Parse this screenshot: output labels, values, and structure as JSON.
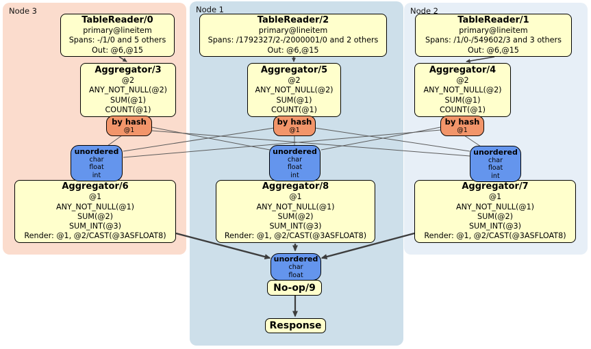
{
  "regions": {
    "node3": {
      "label": "Node 3",
      "bg": "#fbdccd"
    },
    "node1": {
      "label": "Node 1",
      "bg": "#cddfea"
    },
    "node2": {
      "label": "Node 2",
      "bg": "#e7eff7"
    }
  },
  "colors": {
    "processor_fill": "#ffffcc",
    "router_fill": "#f2956a",
    "sync_fill": "#6495ed",
    "stream_edge": "#5a5a5a",
    "arrow_edge": "#3d3d3d"
  },
  "processors": {
    "tr0": {
      "title": "TableReader/0",
      "lines": [
        "primary@lineitem",
        "Spans: -/1/0 and 5 others",
        "Out: @6,@15"
      ]
    },
    "tr2": {
      "title": "TableReader/2",
      "lines": [
        "primary@lineitem",
        "Spans: /1792327/2-/2000001/0 and 2 others",
        "Out: @6,@15"
      ]
    },
    "tr1": {
      "title": "TableReader/1",
      "lines": [
        "primary@lineitem",
        "Spans: /1/0-/549602/3 and 3 others",
        "Out: @6,@15"
      ]
    },
    "agg3": {
      "title": "Aggregator/3",
      "lines": [
        "@2",
        "ANY_NOT_NULL(@2)",
        "SUM(@1)",
        "COUNT(@1)"
      ]
    },
    "agg5": {
      "title": "Aggregator/5",
      "lines": [
        "@2",
        "ANY_NOT_NULL(@2)",
        "SUM(@1)",
        "COUNT(@1)"
      ]
    },
    "agg4": {
      "title": "Aggregator/4",
      "lines": [
        "@2",
        "ANY_NOT_NULL(@2)",
        "SUM(@1)",
        "COUNT(@1)"
      ]
    },
    "agg6": {
      "title": "Aggregator/6",
      "lines": [
        "@1",
        "ANY_NOT_NULL(@1)",
        "SUM(@2)",
        "SUM_INT(@3)",
        "Render: @1, @2/CAST(@3ASFLOAT8)"
      ]
    },
    "agg8": {
      "title": "Aggregator/8",
      "lines": [
        "@1",
        "ANY_NOT_NULL(@1)",
        "SUM(@2)",
        "SUM_INT(@3)",
        "Render: @1, @2/CAST(@3ASFLOAT8)"
      ]
    },
    "agg7": {
      "title": "Aggregator/7",
      "lines": [
        "@1",
        "ANY_NOT_NULL(@1)",
        "SUM(@2)",
        "SUM_INT(@3)",
        "Render: @1, @2/CAST(@3ASFLOAT8)"
      ]
    },
    "noop": {
      "title": "No-op/9"
    },
    "response": {
      "title": "Response"
    }
  },
  "routers": {
    "bh3": {
      "title": "by hash",
      "detail": "@1"
    },
    "bh1": {
      "title": "by hash",
      "detail": "@1"
    },
    "bh2": {
      "title": "by hash",
      "detail": "@1"
    }
  },
  "syncs": {
    "u3": {
      "title": "unordered",
      "lines": [
        "char",
        "float",
        "int"
      ]
    },
    "u1": {
      "title": "unordered",
      "lines": [
        "char",
        "float",
        "int"
      ]
    },
    "u2": {
      "title": "unordered",
      "lines": [
        "char",
        "float",
        "int"
      ]
    },
    "ufinal": {
      "title": "unordered",
      "lines": [
        "char",
        "float"
      ]
    }
  }
}
